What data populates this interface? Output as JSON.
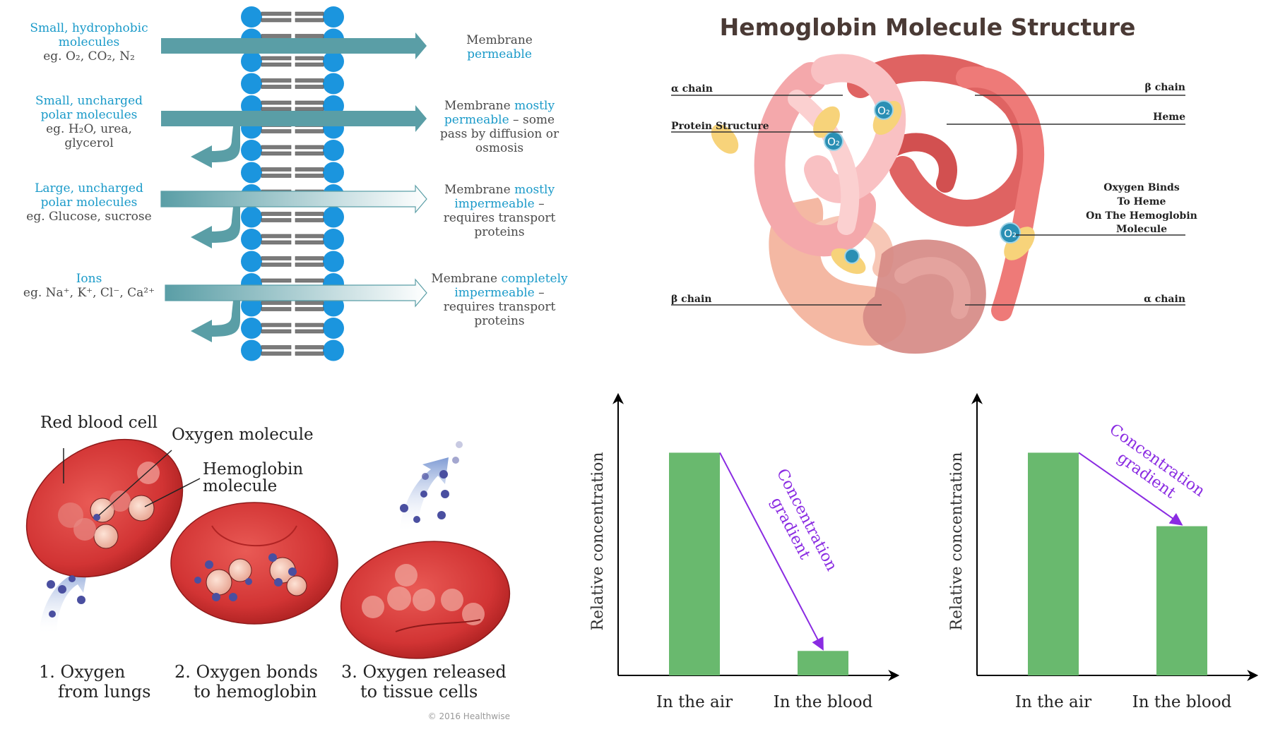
{
  "membrane_panel": {
    "rows": [
      {
        "category": "Small, hydrophobic molecules",
        "category_lines": [
          "Small, hydrophobic",
          "molecules"
        ],
        "examples": "eg. O₂, CO₂, N₂",
        "result_lines": [
          [
            {
              "text": "Membrane",
              "accent": false
            }
          ],
          [
            {
              "text": "permeable",
              "accent": true
            }
          ]
        ],
        "crossing": "full"
      },
      {
        "category": "Small, uncharged polar molecules",
        "category_lines": [
          "Small, uncharged",
          "polar molecules"
        ],
        "examples_lines": [
          "eg. H₂O, urea,",
          "glycerol"
        ],
        "result_lines": [
          [
            {
              "text": "Membrane ",
              "accent": false
            },
            {
              "text": "mostly",
              "accent": true
            }
          ],
          [
            {
              "text": "permeable",
              "accent": true
            },
            {
              "text": " – some",
              "accent": false
            }
          ],
          [
            {
              "text": "pass by diffusion or",
              "accent": false
            }
          ],
          [
            {
              "text": "osmosis",
              "accent": false
            }
          ]
        ],
        "crossing": "mostly"
      },
      {
        "category": "Large, uncharged polar molecules",
        "category_lines": [
          "Large, uncharged",
          "polar molecules"
        ],
        "examples": "eg. Glucose, sucrose",
        "result_lines": [
          [
            {
              "text": "Membrane ",
              "accent": false
            },
            {
              "text": "mostly",
              "accent": true
            }
          ],
          [
            {
              "text": "impermeable",
              "accent": true
            },
            {
              "text": " –",
              "accent": false
            }
          ],
          [
            {
              "text": "requires transport",
              "accent": false
            }
          ],
          [
            {
              "text": "proteins",
              "accent": false
            }
          ]
        ],
        "crossing": "faded"
      },
      {
        "category": "Ions",
        "category_lines": [
          "Ions"
        ],
        "examples": "eg. Na⁺, K⁺, Cl⁻, Ca²⁺",
        "result_lines": [
          [
            {
              "text": "Membrane ",
              "accent": false
            },
            {
              "text": "completely",
              "accent": true
            }
          ],
          [
            {
              "text": "impermeable",
              "accent": true
            },
            {
              "text": " –",
              "accent": false
            }
          ],
          [
            {
              "text": "requires transport",
              "accent": false
            }
          ],
          [
            {
              "text": "proteins",
              "accent": false
            }
          ]
        ],
        "crossing": "faded"
      }
    ],
    "colors": {
      "accent": "#1a9ac9",
      "text": "#4a4a4a",
      "arrow": "#5a9ea6",
      "phospholipid_head": "#1b95de",
      "tail": "#7a7a7a"
    }
  },
  "hemoglobin_panel": {
    "title": "Hemoglobin Molecule Structure",
    "labels": {
      "alpha_chain_top": "α chain",
      "protein_structure": "Protein Structure",
      "beta_chain_top": "β chain",
      "heme": "Heme",
      "oxygen_binds_lines": [
        "Oxygen Binds",
        "To Heme",
        "On The Hemoglobin",
        "Molecule"
      ],
      "beta_chain_bottom": "β chain",
      "alpha_chain_bottom": "α chain"
    },
    "oxygen_symbol": "O₂",
    "colors": {
      "title": "#4a3a35",
      "pink": "#f6b3b3",
      "red": "#e0605e",
      "salmon": "#f4b8a3",
      "rose": "#d68a85",
      "heme": "#f7d37a",
      "oxygen": "#2a8fb4"
    }
  },
  "rbc_panel": {
    "callouts": {
      "red_blood_cell": "Red blood cell",
      "oxygen_molecule": "Oxygen molecule",
      "hemoglobin_molecule_lines": [
        "Hemoglobin",
        "molecule"
      ]
    },
    "steps": [
      {
        "lines": [
          "1. Oxygen",
          "from lungs"
        ]
      },
      {
        "lines": [
          "2. Oxygen bonds",
          "to hemoglobin"
        ]
      },
      {
        "lines": [
          "3. Oxygen released",
          "to tissue cells"
        ]
      }
    ],
    "copyright": "© 2016 Healthwise",
    "colors": {
      "cell": "#d93a3a",
      "cell_dark": "#b82525",
      "oxygen": "#4a4fa0",
      "flow_arrow": "#8da6d6",
      "hemoglobin": "#f3c6b6"
    }
  },
  "chart_data": [
    {
      "type": "bar",
      "title": "",
      "xlabel": "",
      "ylabel": "Relative concentration",
      "categories": [
        "In the air",
        "In the blood"
      ],
      "values": [
        1.0,
        0.11
      ],
      "ylim": [
        0,
        1.22
      ],
      "grid": false,
      "annotation": {
        "text_lines": [
          "Concentration",
          "gradient"
        ],
        "from": "In the air",
        "to": "In the blood"
      },
      "colors": {
        "bar": "#69b96e",
        "annotation": "#8a2be2",
        "axis": "#000000"
      }
    },
    {
      "type": "bar",
      "title": "",
      "xlabel": "",
      "ylabel": "Relative concentration",
      "categories": [
        "In the air",
        "In the blood"
      ],
      "values": [
        1.0,
        0.67
      ],
      "ylim": [
        0,
        1.22
      ],
      "grid": false,
      "annotation": {
        "text_lines": [
          "Concentration",
          "gradient"
        ],
        "from": "In the air",
        "to": "In the blood"
      },
      "colors": {
        "bar": "#69b96e",
        "annotation": "#8a2be2",
        "axis": "#000000"
      }
    }
  ]
}
